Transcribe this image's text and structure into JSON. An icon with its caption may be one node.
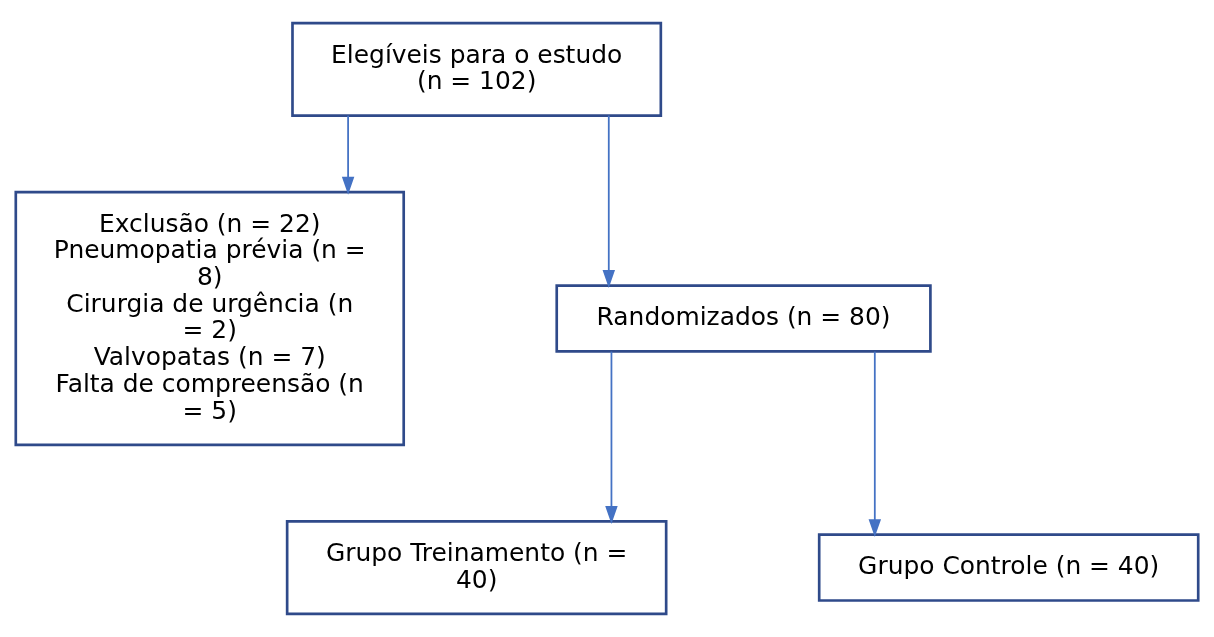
{
  "diagram": {
    "nodes": [
      {
        "text": [
          "Elegíveis para o estudo (n = 102)"
        ]
      },
      {
        "text": [
          "Exclusão (n = 22)",
          "Pneumopatia prévia (n = 8)",
          "Cirurgia de urgência (n = 2)",
          "Valvopatas (n = 7)",
          "Falta de compreensão (n = 5)"
        ]
      },
      {
        "text": [
          "Randomizados (n = 80)"
        ]
      },
      {
        "text": [
          "Grupo Treinamento (n = 40)"
        ]
      },
      {
        "text": [
          "Grupo Controle (n = 40)"
        ]
      }
    ],
    "edges": [
      {
        "from": 0,
        "to": 1,
        "arrow": "to"
      },
      {
        "from": 0,
        "to": 2,
        "arrow": "to"
      },
      {
        "from": 2,
        "to": 3,
        "arrow": "to"
      },
      {
        "from": 2,
        "to": 4,
        "arrow": "to"
      }
    ]
  }
}
